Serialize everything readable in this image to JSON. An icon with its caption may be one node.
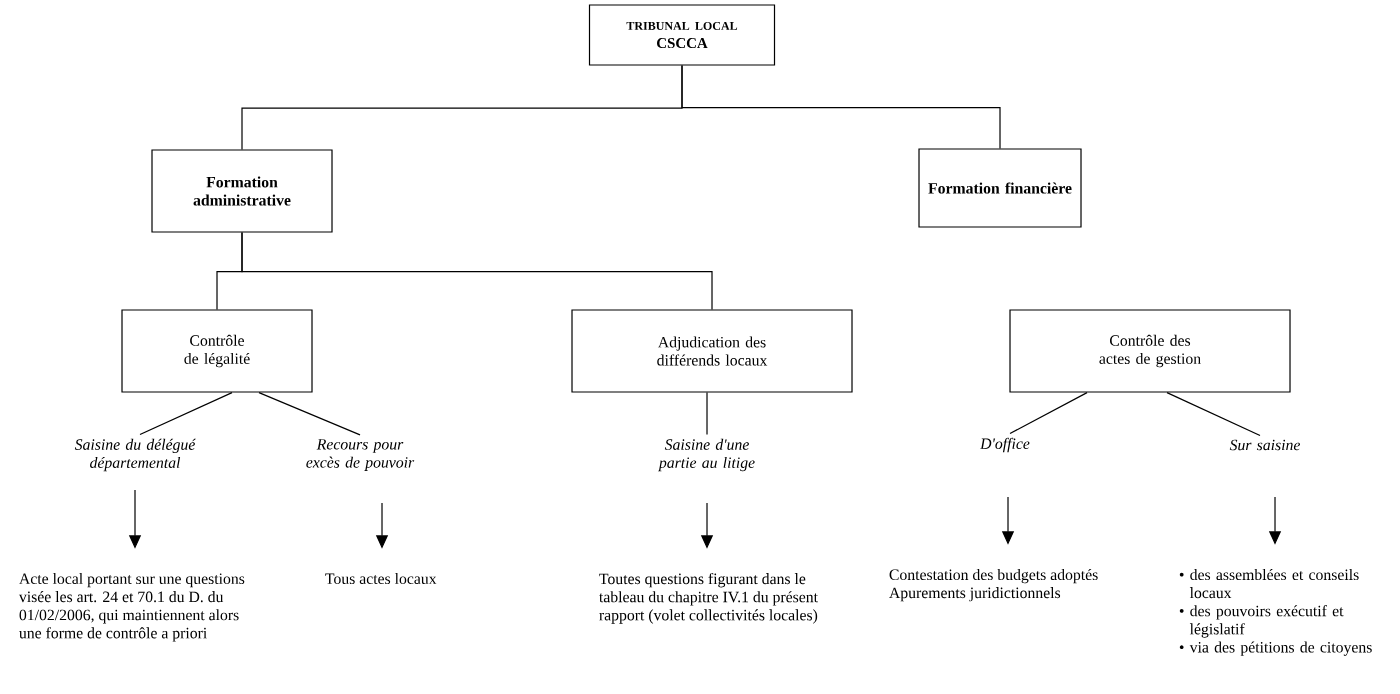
{
  "diagram": {
    "nodes": [
      {
        "text": [
          "TRIBUNAL LOCAL",
          "CSCCA"
        ]
      },
      {
        "text": [
          "Formation administrative"
        ]
      },
      {
        "text": [
          "Formation financière"
        ]
      },
      {
        "text": [
          "Contrôle de légalité"
        ]
      },
      {
        "text": [
          "Adjudication des différends locaux"
        ]
      },
      {
        "text": [
          "Contrôle des actes de gestion"
        ]
      },
      {
        "text": [
          "Saisine du délégué départemental"
        ]
      },
      {
        "text": [
          "Recours pour excès de pouvoir"
        ]
      },
      {
        "text": [
          "Saisine d'une partie au litige"
        ]
      },
      {
        "text": [
          "D'office"
        ]
      },
      {
        "text": [
          "Sur saisine"
        ]
      },
      {
        "text": [
          "Acte local portant sur une questions visée les art. 24 et 70.1 du D. du 01/02/2006, qui maintiennent alors une forme de contrôle a priori"
        ]
      },
      {
        "text": [
          "Tous actes locaux"
        ]
      },
      {
        "text": [
          "Toutes questions figurant dans le tableau du chapitre IV.1 du présent rapport (volet collectivités locales)"
        ]
      },
      {
        "text": [
          "Contestation des budgets adoptés",
          "Apurements juridictionnels"
        ]
      },
      {
        "text": [
          "• des assemblées et conseils locaux",
          "• des pouvoirs exécutif et législatif",
          "• via des pétitions de citoyens"
        ]
      }
    ],
    "edges": [
      {
        "from": 0,
        "to": 1,
        "arrow": "none"
      },
      {
        "from": 0,
        "to": 2,
        "arrow": "none"
      },
      {
        "from": 1,
        "to": 3,
        "arrow": "none"
      },
      {
        "from": 1,
        "to": 4,
        "arrow": "none"
      },
      {
        "from": 3,
        "to": 6,
        "arrow": "none"
      },
      {
        "from": 3,
        "to": 7,
        "arrow": "none"
      },
      {
        "from": 4,
        "to": 8,
        "arrow": "none"
      },
      {
        "from": 5,
        "to": 9,
        "arrow": "none"
      },
      {
        "from": 5,
        "to": 10,
        "arrow": "none"
      },
      {
        "from": 6,
        "to": 11,
        "arrow": "to"
      },
      {
        "from": 7,
        "to": 12,
        "arrow": "to"
      },
      {
        "from": 8,
        "to": 13,
        "arrow": "to"
      },
      {
        "from": 9,
        "to": 14,
        "arrow": "to"
      },
      {
        "from": 10,
        "to": 15,
        "arrow": "to"
      }
    ]
  }
}
